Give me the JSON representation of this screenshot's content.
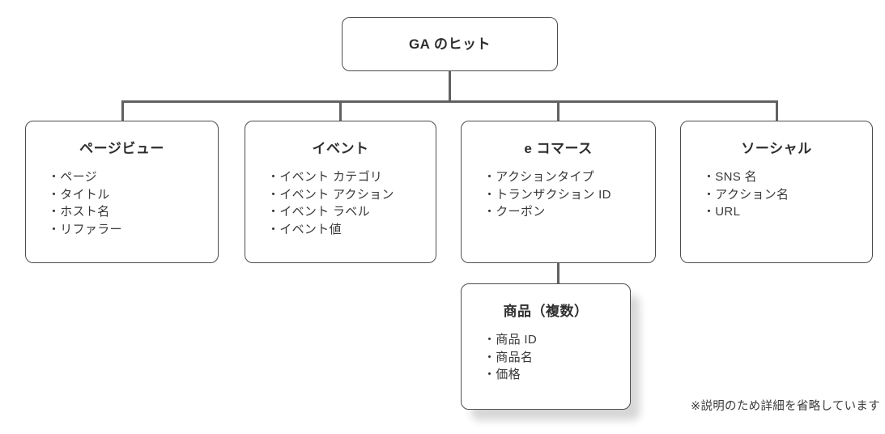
{
  "diagram": {
    "bullet": "・",
    "root": {
      "title": "GA のヒット"
    },
    "nodes": [
      {
        "id": "pageview",
        "title": "ページビュー",
        "items": [
          "ページ",
          "タイトル",
          "ホスト名",
          "リファラー"
        ]
      },
      {
        "id": "event",
        "title": "イベント",
        "items": [
          "イベント カテゴリ",
          "イベント アクション",
          "イベント ラベル",
          "イベント値"
        ]
      },
      {
        "id": "ecommerce",
        "title": "e コマース",
        "items": [
          "アクションタイプ",
          "トランザクション ID",
          "クーポン"
        ]
      },
      {
        "id": "social",
        "title": "ソーシャル",
        "items": [
          "SNS 名",
          "アクション名",
          "URL"
        ]
      }
    ],
    "sub_node": {
      "id": "products",
      "parent": "ecommerce",
      "title": "商品（複数）",
      "items": [
        "商品 ID",
        "商品名",
        "価格"
      ]
    },
    "footnote": "※説明のため詳細を省略しています",
    "colors": {
      "background": "#ffffff",
      "box_border": "#4d4d4d",
      "connector": "#616161",
      "text": "#333333",
      "shadow": "rgba(0,0,0,0.16)"
    }
  }
}
